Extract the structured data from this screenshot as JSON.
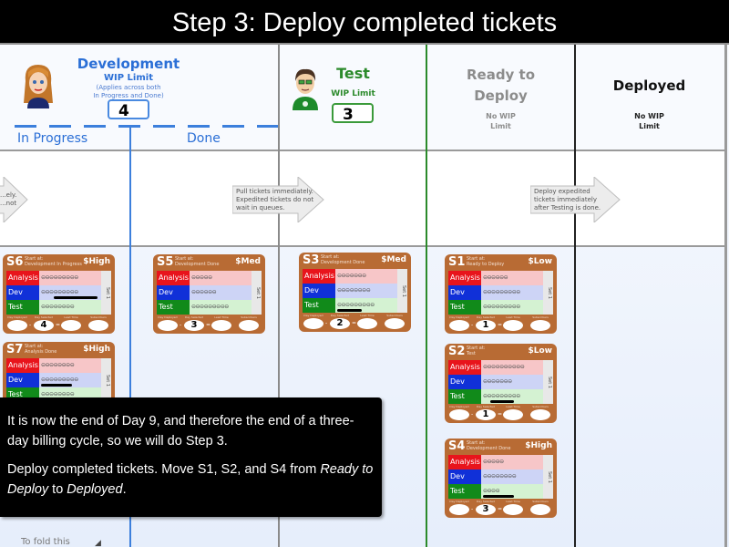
{
  "slide": {
    "title": "Step 3: Deploy completed tickets"
  },
  "colors": {
    "development": "#2b6fd6",
    "test": "#2b8a2b",
    "ready": "#8c8c8c",
    "deployed": "#111111",
    "card": "#b86b34",
    "analysis": "#e8141c",
    "dev": "#1030d8",
    "test_row": "#118a1a"
  },
  "board": {
    "columns": {
      "development": {
        "title": "Development",
        "wip_label": "WIP Limit",
        "wip_note_line1": "(Applies across both",
        "wip_note_line2": "In Progress and Done)",
        "wip_value": "4",
        "sub_in_progress": "In Progress",
        "sub_done": "Done",
        "avatar": "female-developer-avatar"
      },
      "test": {
        "title": "Test",
        "wip_label": "WIP Limit",
        "wip_value": "3",
        "avatar": "male-tester-avatar"
      },
      "ready": {
        "title_line1": "Ready to",
        "title_line2": "Deploy",
        "note_line1": "No WIP",
        "note_line2": "Limit"
      },
      "deployed": {
        "title": "Deployed",
        "note_line1": "No WIP",
        "note_line2": "Limit"
      }
    },
    "policies": [
      {
        "line1": "...ely.",
        "line2": "...not",
        "line3": ""
      },
      {
        "line1": "Pull tickets immediately.",
        "line2": "Expedited tickets do not",
        "line3": "wait in queues."
      },
      {
        "line1": "Deploy expedited",
        "line2": "tickets immediately",
        "line3": "after Testing is done."
      }
    ],
    "card_labels": {
      "start_at": "Start at:",
      "analysis": "Analysis",
      "dev": "Dev",
      "test": "Test",
      "set": "Set 1",
      "day_deployed": "Day Deployed",
      "day_selected": "Day Selected",
      "lead_time": "Lead Time",
      "subscribers": "Subscribers",
      "minus": "-",
      "equals": "="
    },
    "cards": [
      {
        "id": "S6",
        "start": "Development In Progress",
        "value": "$High",
        "day_selected": "4",
        "column": "In Progress"
      },
      {
        "id": "S7",
        "start": "Analysis Done",
        "value": "$High",
        "day_selected": "",
        "column": "In Progress"
      },
      {
        "id": "S5",
        "start": "Development Done",
        "value": "$Med",
        "day_selected": "3",
        "column": "Done"
      },
      {
        "id": "S3",
        "start": "Development Done",
        "value": "$Med",
        "day_selected": "2",
        "column": "Test"
      },
      {
        "id": "S1",
        "start": "Ready to Deploy",
        "value": "$Low",
        "day_selected": "1",
        "column": "Ready to Deploy"
      },
      {
        "id": "S2",
        "start": "Test",
        "value": "$Low",
        "day_selected": "1",
        "column": "Ready to Deploy"
      },
      {
        "id": "S4",
        "start": "Development Done",
        "value": "$High",
        "day_selected": "3",
        "column": "Ready to Deploy"
      }
    ],
    "fold_note": "To fold this"
  },
  "callout": {
    "para1": "It is now the end of Day 9, and therefore the end of a three-day billing cycle, so we will do Step 3.",
    "para2_prefix": "Deploy completed tickets. Move S1, S2, and S4 from ",
    "para2_from": "Ready to Deploy",
    "para2_mid": " to ",
    "para2_to": "Deployed",
    "para2_suffix": "."
  }
}
